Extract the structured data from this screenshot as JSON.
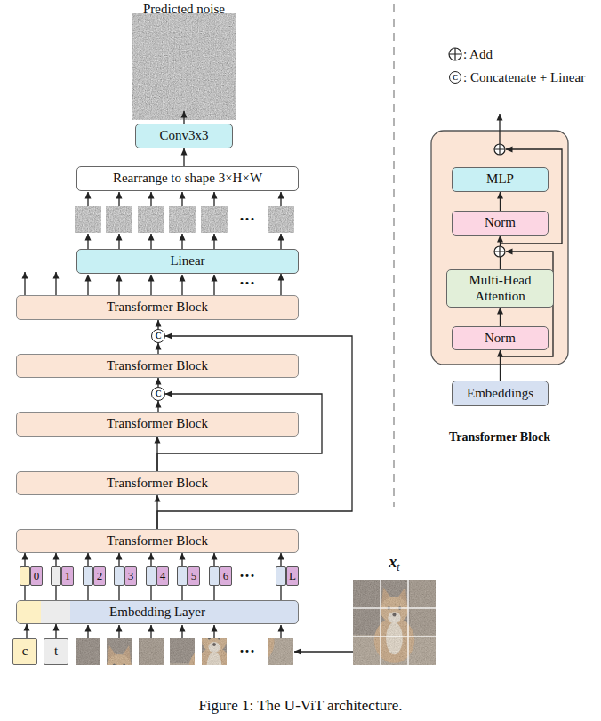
{
  "diagram": {
    "caption": "Figure 1: The U-ViT architecture.",
    "nodes": [
      {
        "text": [
          "Predicted noise"
        ]
      },
      {
        "text": [
          "Conv3x3"
        ]
      },
      {
        "text": [
          "Rearrange to shape 3×H×W"
        ]
      },
      {
        "text": [
          "Linear"
        ]
      },
      {
        "text": [
          "Transformer Block"
        ]
      },
      {
        "text": [
          "C"
        ]
      },
      {
        "text": [
          "Transformer Block"
        ]
      },
      {
        "text": [
          "C"
        ]
      },
      {
        "text": [
          "Transformer Block"
        ]
      },
      {
        "text": [
          "Transformer Block"
        ]
      },
      {
        "text": [
          "Transformer Block"
        ]
      },
      {
        "text": [
          "0"
        ]
      },
      {
        "text": [
          "1"
        ]
      },
      {
        "text": [
          "2"
        ]
      },
      {
        "text": [
          "3"
        ]
      },
      {
        "text": [
          "4"
        ]
      },
      {
        "text": [
          "5"
        ]
      },
      {
        "text": [
          "6"
        ]
      },
      {
        "text": [
          "L"
        ]
      },
      {
        "text": [
          "Embedding Layer"
        ]
      },
      {
        "text": [
          "c"
        ]
      },
      {
        "text": [
          "t"
        ]
      },
      {
        "text": [
          "x",
          "t"
        ]
      },
      {
        "text": [
          "Transformer Block"
        ]
      },
      {
        "text": [
          "MLP"
        ],
        "in": 23
      },
      {
        "text": [
          "Norm"
        ],
        "in": 23
      },
      {
        "text": [
          "Multi-Head Attention"
        ],
        "in": 23
      },
      {
        "text": [
          "Norm"
        ],
        "in": 23
      },
      {
        "text": [
          "Embeddings"
        ]
      }
    ],
    "edges": [
      {
        "from": 1,
        "to": 0,
        "arrow": "to"
      },
      {
        "from": 2,
        "to": 1,
        "arrow": "to"
      },
      {
        "from": 4,
        "to": 3,
        "arrow": "to"
      },
      {
        "from": 5,
        "to": 4,
        "arrow": "to"
      },
      {
        "from": 6,
        "to": 5,
        "arrow": "to"
      },
      {
        "from": 7,
        "to": 6,
        "arrow": "to"
      },
      {
        "from": 8,
        "to": 7,
        "arrow": "to"
      },
      {
        "from": 9,
        "to": 8,
        "arrow": "to"
      },
      {
        "from": 10,
        "to": 9,
        "arrow": "to"
      },
      {
        "from": 10,
        "to": 5,
        "arrow": "to"
      },
      {
        "from": 9,
        "to": 7,
        "arrow": "to"
      },
      {
        "from": 19,
        "to": 11,
        "arrow": "none"
      },
      {
        "from": 19,
        "to": 12,
        "arrow": "none"
      },
      {
        "from": 19,
        "to": 13,
        "arrow": "none"
      },
      {
        "from": 19,
        "to": 14,
        "arrow": "none"
      },
      {
        "from": 19,
        "to": 15,
        "arrow": "none"
      },
      {
        "from": 19,
        "to": 16,
        "arrow": "none"
      },
      {
        "from": 19,
        "to": 17,
        "arrow": "none"
      },
      {
        "from": 19,
        "to": 18,
        "arrow": "none"
      },
      {
        "from": 11,
        "to": 10,
        "arrow": "to"
      },
      {
        "from": 12,
        "to": 10,
        "arrow": "to"
      },
      {
        "from": 13,
        "to": 10,
        "arrow": "to"
      },
      {
        "from": 14,
        "to": 10,
        "arrow": "to"
      },
      {
        "from": 15,
        "to": 10,
        "arrow": "to"
      },
      {
        "from": 16,
        "to": 10,
        "arrow": "to"
      },
      {
        "from": 17,
        "to": 10,
        "arrow": "to"
      },
      {
        "from": 18,
        "to": 10,
        "arrow": "to"
      },
      {
        "from": 20,
        "to": 19,
        "arrow": "to"
      },
      {
        "from": 21,
        "to": 19,
        "arrow": "to"
      },
      {
        "from": 28,
        "to": 27,
        "arrow": "to"
      },
      {
        "from": 27,
        "to": 26,
        "arrow": "to"
      },
      {
        "from": 26,
        "to": 25,
        "arrow": "to"
      },
      {
        "from": 25,
        "to": 24,
        "arrow": "to"
      }
    ],
    "labels": [
      "···",
      "···",
      "···",
      "···",
      "C"
    ],
    "legend": [
      {
        "text": ": Add"
      },
      {
        "text": ": Concatenate + Linear"
      }
    ]
  }
}
